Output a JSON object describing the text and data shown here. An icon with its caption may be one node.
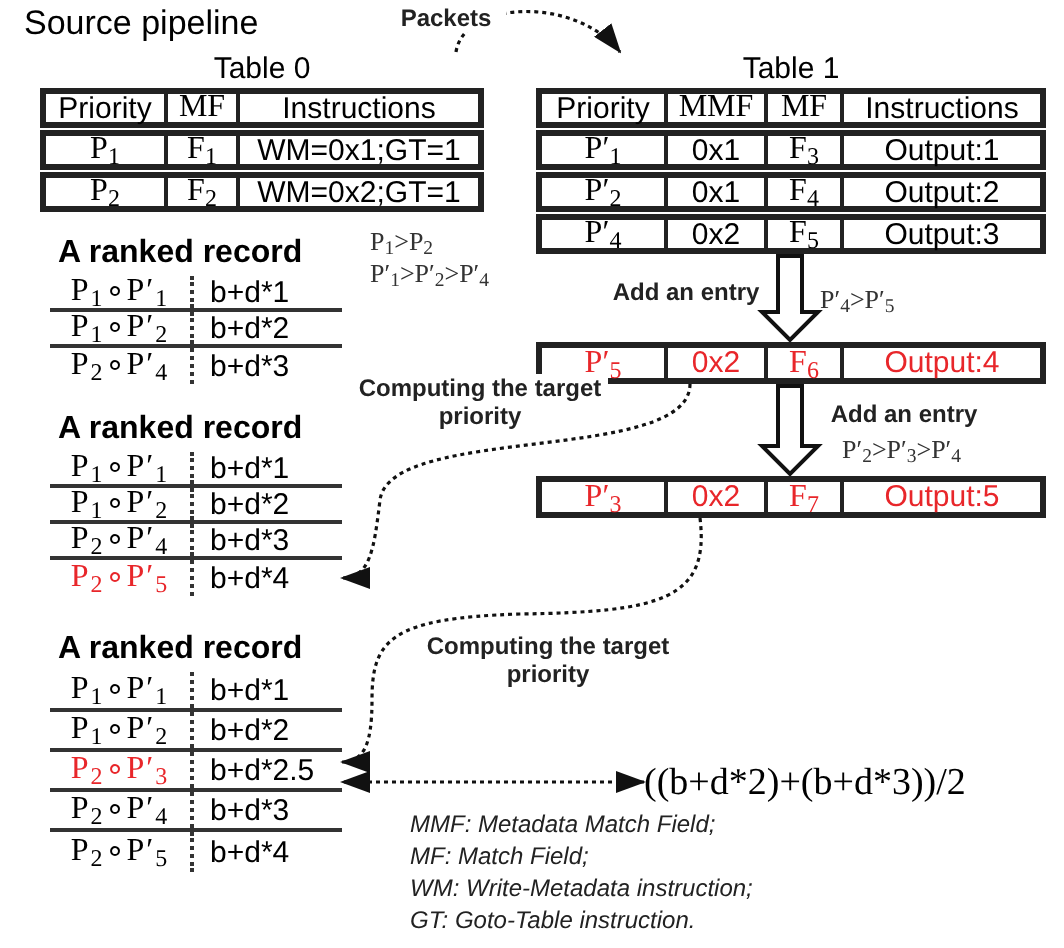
{
  "diagram": {
    "title": "Source pipeline",
    "nodes": [
      {
        "text": [
          "Table 0"
        ]
      },
      {
        "text": [
          "Priority",
          "MF",
          "Instructions"
        ],
        "in": 0
      },
      {
        "text": [
          "P$_{1}$",
          "F$_{1}$",
          "WM=0x1;GT=1"
        ],
        "in": 0
      },
      {
        "text": [
          "P$_{2}$",
          "F$_{2}$",
          "WM=0x2;GT=1"
        ],
        "in": 0
      },
      {
        "text": [
          "Table 1"
        ]
      },
      {
        "text": [
          "Priority",
          "MMF",
          "MF",
          "Instructions"
        ],
        "in": 4
      },
      {
        "text": [
          "P′$_{1}$",
          "0x1",
          "F$_{3}$",
          "Output:1"
        ],
        "in": 4
      },
      {
        "text": [
          "P′$_{2}$",
          "0x1",
          "F$_{4}$",
          "Output:2"
        ],
        "in": 4
      },
      {
        "text": [
          "P′$_{4}$",
          "0x2",
          "F$_{5}$",
          "Output:3"
        ],
        "in": 4
      },
      {
        "text": [
          "P′$_{5}$",
          "0x2",
          "F$_{6}$",
          "Output:4"
        ]
      },
      {
        "text": [
          "P′$_{3}$",
          "0x2",
          "F$_{7}$",
          "Output:5"
        ]
      },
      {
        "text": [
          "A ranked record"
        ]
      },
      {
        "text": [
          "P$_{1}$∘P′$_{1}$",
          "b+d*1"
        ],
        "in": 11
      },
      {
        "text": [
          "P$_{1}$∘P′$_{2}$",
          "b+d*2"
        ],
        "in": 11
      },
      {
        "text": [
          "P$_{2}$∘P′$_{4}$",
          "b+d*3"
        ],
        "in": 11
      },
      {
        "text": [
          "A ranked record"
        ]
      },
      {
        "text": [
          "P$_{1}$∘P′$_{1}$",
          "b+d*1"
        ],
        "in": 15
      },
      {
        "text": [
          "P$_{1}$∘P′$_{2}$",
          "b+d*2"
        ],
        "in": 15
      },
      {
        "text": [
          "P$_{2}$∘P′$_{4}$",
          "b+d*3"
        ],
        "in": 15
      },
      {
        "text": [
          "P$_{2}$∘P′$_{5}$",
          "b+d*4"
        ],
        "in": 15
      },
      {
        "text": [
          "A ranked record"
        ]
      },
      {
        "text": [
          "P$_{1}$∘P′$_{1}$",
          "b+d*1"
        ],
        "in": 20
      },
      {
        "text": [
          "P$_{1}$∘P′$_{2}$",
          "b+d*2"
        ],
        "in": 20
      },
      {
        "text": [
          "P$_{2}$∘P′$_{3}$",
          "b+d*2.5"
        ],
        "in": 20
      },
      {
        "text": [
          "P$_{2}$∘P′$_{4}$",
          "b+d*3"
        ],
        "in": 20
      },
      {
        "text": [
          "P$_{2}$∘P′$_{5}$",
          "b+d*4"
        ],
        "in": 20
      },
      {
        "text": [
          "((b+d*2)+(b+d*3))/2"
        ]
      }
    ],
    "edges": [
      {
        "from": 0,
        "to": 4,
        "arrow": "to",
        "label": "Packets",
        "style": "dashed"
      },
      {
        "from": 4,
        "to": 9,
        "arrow": "to",
        "label": "Add an entry",
        "style": "thick"
      },
      {
        "from": 9,
        "to": 10,
        "arrow": "to",
        "label": "Add an entry",
        "style": "thick"
      },
      {
        "from": 9,
        "to": 19,
        "arrow": "to",
        "label": "Computing the target priority",
        "style": "dashed"
      },
      {
        "from": 10,
        "to": 23,
        "arrow": "to",
        "label": "Computing the target priority",
        "style": "dashed"
      },
      {
        "from": 26,
        "to": 23,
        "arrow": "both",
        "style": "dashed"
      }
    ],
    "labels": [
      "P$_{1}$>P$_{2}$",
      "P′$_{1}$>P′$_{2}$>P′$_{4}$",
      "P′$_{4}$>P′$_{5}$",
      "P′$_{2}$>P′$_{3}$>P′$_{4}$",
      "MMF: Metadata Match Field;",
      "MF: Match Field;",
      "WM: Write-Metadata instruction;",
      "GT: Goto-Table instruction."
    ]
  }
}
